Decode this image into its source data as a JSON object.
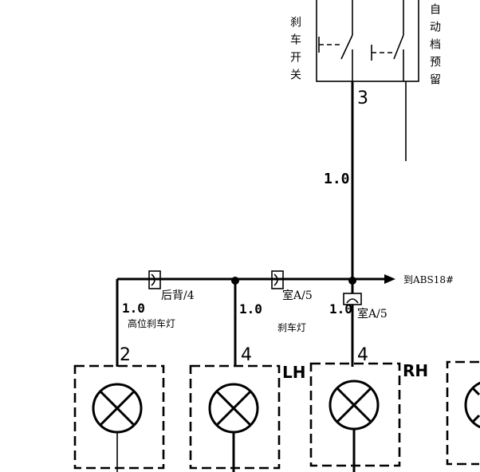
{
  "switch": {
    "brake_switch_label": "刹车开关",
    "auto_reserved_label": "自动档预留",
    "pin": "3"
  },
  "wires": {
    "main_gauge": "1.0",
    "left_gauge": "1.0",
    "mid_gauge": "1.0",
    "right_gauge": "1.0"
  },
  "connectors": {
    "rear_back": "后背/4",
    "room_a5_top": "室A/5",
    "room_a5_bottom": "室A/5"
  },
  "destination": "到ABS18#",
  "lamps": {
    "high_brake_label": "高位刹车灯",
    "brake_lamp_label": "刹车灯",
    "left_pin": "2",
    "mid_pin": "4",
    "right_pin": "4",
    "lh": "LH",
    "rh": "RH"
  }
}
